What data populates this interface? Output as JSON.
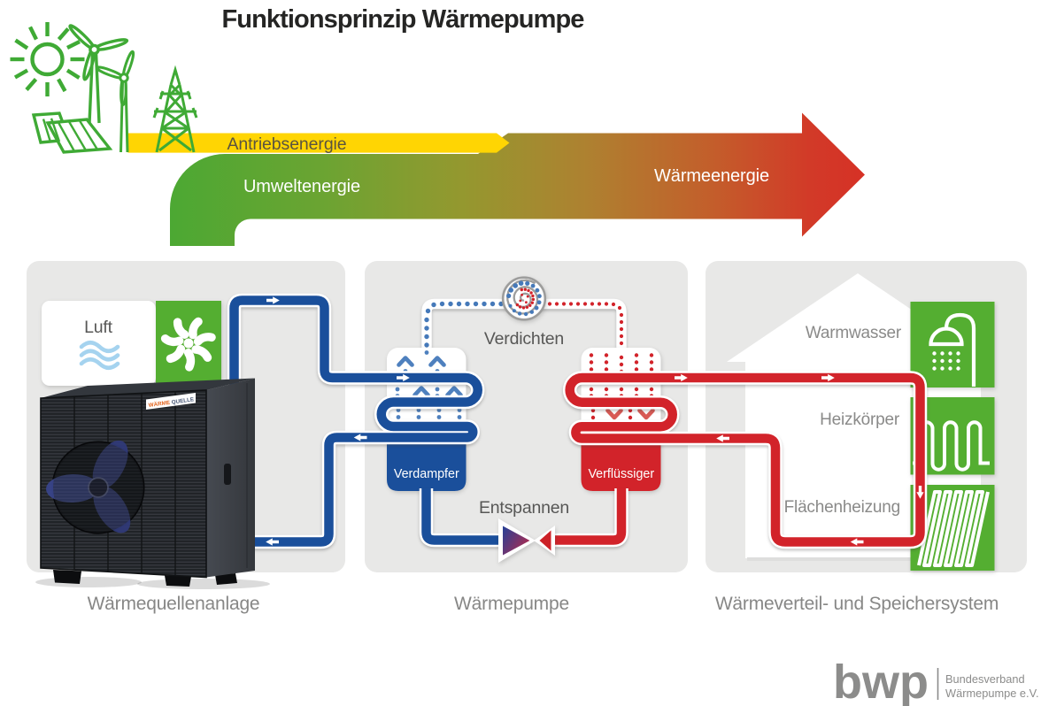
{
  "title": "Funktionsprinzip Wärmepumpe",
  "energy_flow": {
    "drive_energy_label": "Antriebsenergie",
    "environment_energy_label": "Umweltenergie",
    "heat_energy_label": "Wärmeenergie",
    "drive_arrow_color": "#ffd503",
    "gradient_start_color": "#4ca833",
    "gradient_end_color": "#d63126"
  },
  "source_section": {
    "caption": "Wärmequellenanlage",
    "air_label": "Luft",
    "unit_brand_1": "WÄRME",
    "unit_brand_2": "QUELLE"
  },
  "heat_pump_section": {
    "caption": "Wärmepumpe",
    "compress_label": "Verdichten",
    "expand_label": "Entspannen",
    "evaporator_label": "Verdampfer",
    "condenser_label": "Verflüssiger"
  },
  "distribution_section": {
    "caption": "Wärmeverteil- und Speichersystem",
    "hot_water_label": "Warmwasser",
    "radiator_label": "Heizkörper",
    "floor_heating_label": "Flächenheizung"
  },
  "logo": {
    "abbr": "bwp",
    "line1": "Bundesverband",
    "line2": "Wärmepumpe e.V."
  },
  "colors": {
    "cold_pipe": "#1a4f9b",
    "hot_pipe": "#d2232a",
    "green_accent": "#54ae31",
    "line_art_green": "#3faa35",
    "panel_gray": "#e8e8e7"
  }
}
